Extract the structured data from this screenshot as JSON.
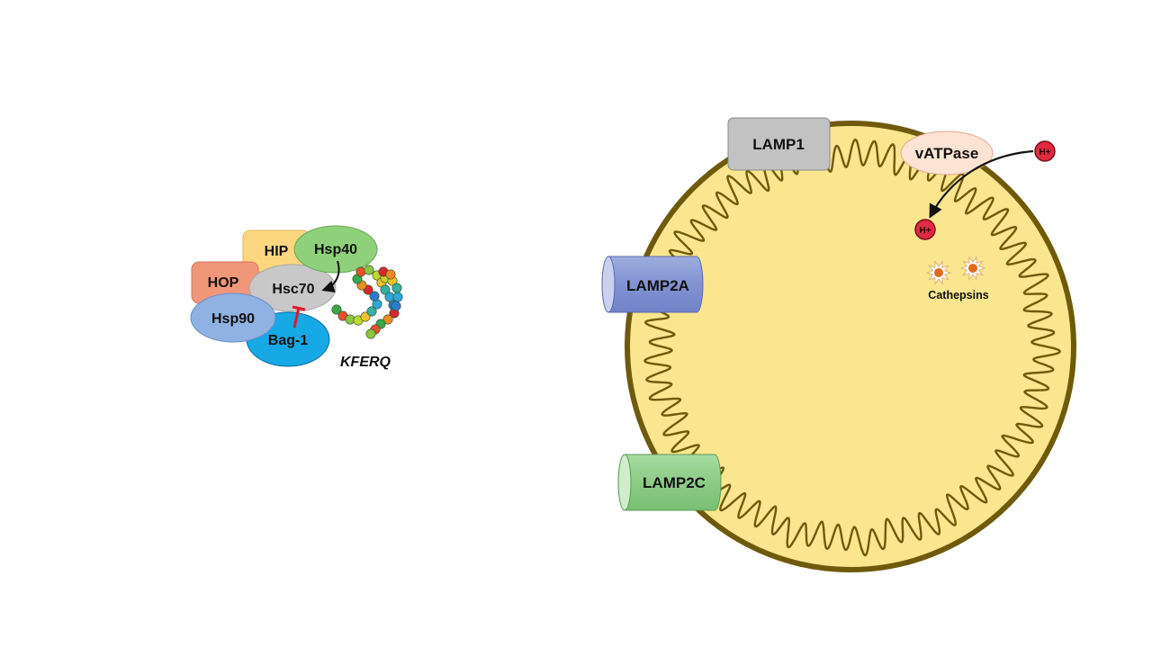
{
  "chaperone_complex": {
    "hip": "HIP",
    "hop": "HOP",
    "hsp40": "Hsp40",
    "hsc70": "Hsc70",
    "hsp90": "Hsp90",
    "bag1": "Bag-1",
    "substrate_motif": "KFERQ"
  },
  "lysosome": {
    "lamp1": "LAMP1",
    "lamp2a": "LAMP2A",
    "lamp2c": "LAMP2C",
    "vatpase": "vATPase",
    "proton_outside": "H+",
    "proton_inside": "H+",
    "cathepsins": "Cathepsins"
  },
  "colors": {
    "hip": "#fdd77f",
    "hop": "#f2967a",
    "hsp40": "#8fd17b",
    "hsc70": "#c8c8c8",
    "hsp90": "#8fb2e3",
    "bag1": "#16a9e6",
    "inhibition": "#e0172b",
    "lumen": "#f9e68e",
    "membrane": "#6e5a0a",
    "lamp1": "#c2c2c2",
    "lamp2a": "#8a9cd8",
    "lamp2c": "#8fd18a",
    "vatpase": "#fde3d3",
    "proton": "#e02a3f",
    "cathepsin": "#e06a1c"
  }
}
